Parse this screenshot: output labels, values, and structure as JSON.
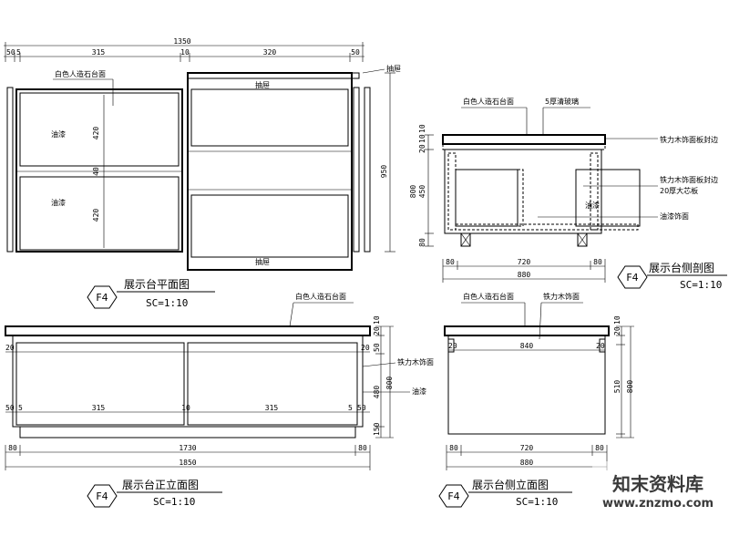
{
  "plan": {
    "dims_top": [
      "50",
      "5",
      "315",
      "10",
      "320",
      "50"
    ],
    "dim_total": "1350",
    "dims_left": [
      "420",
      "40",
      "420"
    ],
    "dim_right": "950",
    "note_top_left": "白色人造石台面",
    "note_top_right": "抽屉",
    "label_drawer_a": "抽屉",
    "label_drawer_b": "抽屉",
    "label_hole_a": "油漆",
    "label_hole_b": "油漆",
    "tag": "F4",
    "title": "展示台平面图",
    "scale": "SC=1:10"
  },
  "section": {
    "note_top_a": "白色人造石台面",
    "note_top_b": "5厚清玻璃",
    "note_r1": "铁力木饰面板封边",
    "note_r2": "铁力木饰面板封边",
    "note_r3": "20厚大芯板",
    "note_r4": "油漆饰面",
    "label_inner": "油漆",
    "dims_left": [
      "10",
      "10",
      "20",
      "450",
      "800",
      "80"
    ],
    "dims_bottom": [
      "80",
      "720",
      "80"
    ],
    "dim_total": "880",
    "tag": "F4",
    "title": "展示台侧剖图",
    "scale": "SC=1:10"
  },
  "front": {
    "note_top": "白色人造石台面",
    "note_right_a": "铁力木饰面",
    "note_right_b": "油漆",
    "dims_upper": [
      "20",
      "20"
    ],
    "dims_mid": [
      "50",
      "5",
      "315",
      "10",
      "315",
      "5",
      "50"
    ],
    "dims_right": [
      "10",
      "20",
      "50",
      "480",
      "800",
      "150"
    ],
    "dims_bottom": [
      "80",
      "1730",
      "80"
    ],
    "dim_total": "1850",
    "tag": "F4",
    "title": "展示台正立面图",
    "scale": "SC=1:10"
  },
  "side": {
    "note_a": "白色人造石台面",
    "note_b": "铁力木饰面",
    "dims_upper": [
      "20",
      "840",
      "20"
    ],
    "dims_right": [
      "10",
      "20",
      "510",
      "800"
    ],
    "dims_bottom": [
      "80",
      "720",
      "80"
    ],
    "dim_total": "880",
    "tag": "F4",
    "title": "展示台侧立面图",
    "scale": "SC=1:10"
  },
  "watermark": {
    "text": "知末资料库",
    "url": "www.znzmo.com"
  }
}
